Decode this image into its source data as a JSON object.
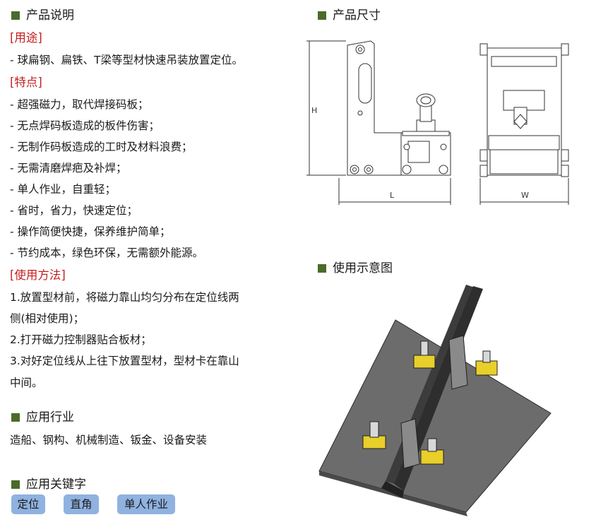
{
  "left": {
    "section1_title": "产品说明",
    "usage_header": "[用途]",
    "usage_text": "- 球扁钢、扁铁、T梁等型材快速吊装放置定位。",
    "features_header": "[特点]",
    "features": [
      "- 超强磁力，取代焊接码板；",
      "- 无点焊码板造成的板件伤害；",
      "- 无制作码板造成的工时及材料浪费；",
      "- 无需清磨焊疤及补焊；",
      "- 单人作业，自重轻；",
      "- 省时，省力，快速定位；",
      "- 操作简便快捷，保养维护简单；",
      "- 节约成本，绿色环保，无需额外能源。"
    ],
    "method_header": "[使用方法]",
    "method_lines": [
      "1.放置型材前，将磁力靠山均匀分布在定位线两",
      "侧(相对使用)；",
      "2.打开磁力控制器贴合板材；",
      "3.对好定位线从上往下放置型材，型材卡在靠山",
      "中间。"
    ],
    "section2_title": "应用行业",
    "industries": "造船、钢构、机械制造、钣金、设备安装",
    "section3_title": "应用关键字",
    "keywords": [
      "定位",
      "直角",
      "单人作业"
    ]
  },
  "right": {
    "dims_title": "产品尺寸",
    "dim_h": "H",
    "dim_l": "L",
    "dim_w": "W",
    "diagram_title": "使用示意图"
  },
  "colors": {
    "heading_square": "#4a6b2a",
    "red_header": "#c41e1e",
    "tag_bg": "#8fb2e0",
    "magnet_yellow": "#e8cf2a",
    "plate_gray": "#6c6c6c"
  }
}
